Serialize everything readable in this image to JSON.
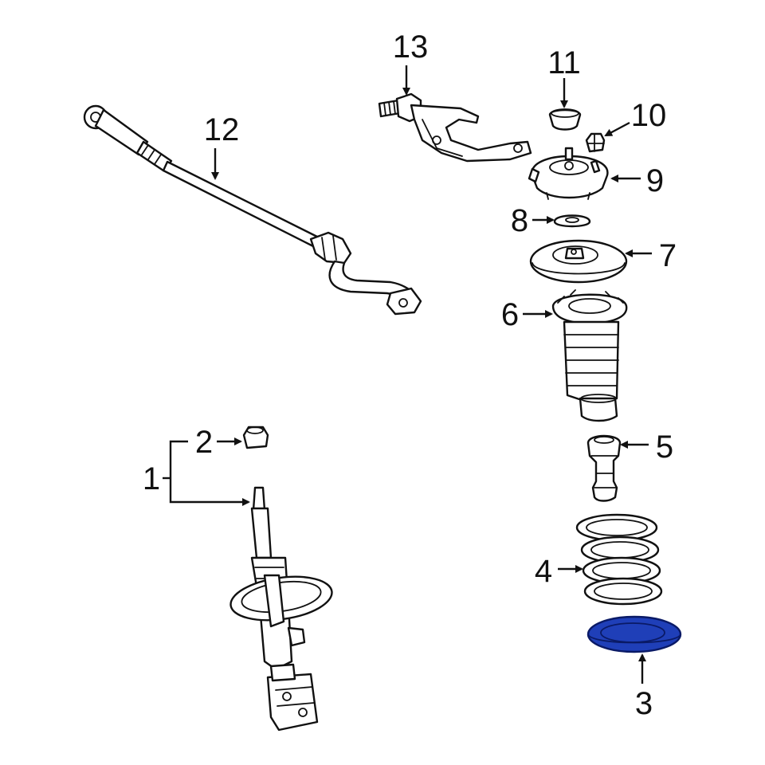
{
  "colors": {
    "background": "#ffffff",
    "line_art": "#111111",
    "highlight_fill": "#1f3fb8",
    "highlight_stroke": "#0a1a66"
  },
  "callouts": {
    "c1": "1",
    "c2": "2",
    "c3": "3",
    "c4": "4",
    "c5": "5",
    "c6": "6",
    "c7": "7",
    "c8": "8",
    "c9": "9",
    "c10": "10",
    "c11": "11",
    "c12": "12",
    "c13": "13"
  },
  "highlighted_part": "3"
}
